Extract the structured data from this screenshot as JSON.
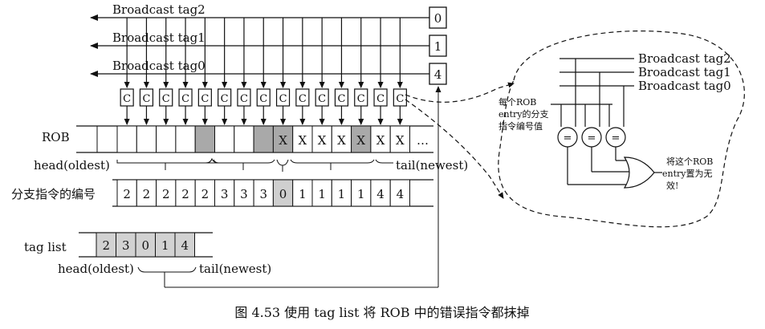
{
  "broadcast": {
    "lines": [
      {
        "label": "Broadcast tag2",
        "tag": "0"
      },
      {
        "label": "Broadcast tag1",
        "tag": "1"
      },
      {
        "label": "Broadcast tag0",
        "tag": "4"
      }
    ]
  },
  "comparator_label": "C",
  "comparator_count": 15,
  "rob": {
    "label": "ROB",
    "head_label": "head(oldest)",
    "tail_label": "tail(newest)",
    "ellipsis": "…",
    "entries": [
      {
        "shade": "none",
        "mark": ""
      },
      {
        "shade": "none",
        "mark": ""
      },
      {
        "shade": "none",
        "mark": ""
      },
      {
        "shade": "none",
        "mark": ""
      },
      {
        "shade": "gray",
        "mark": ""
      },
      {
        "shade": "none",
        "mark": ""
      },
      {
        "shade": "none",
        "mark": ""
      },
      {
        "shade": "gray",
        "mark": ""
      },
      {
        "shade": "gray",
        "mark": "X"
      },
      {
        "shade": "none",
        "mark": "X"
      },
      {
        "shade": "none",
        "mark": "X"
      },
      {
        "shade": "none",
        "mark": "X"
      },
      {
        "shade": "gray",
        "mark": "X"
      },
      {
        "shade": "none",
        "mark": "X"
      },
      {
        "shade": "none",
        "mark": "X"
      }
    ]
  },
  "branch_ids": {
    "label": "分支指令的编号",
    "values": [
      "2",
      "2",
      "2",
      "2",
      "2",
      "3",
      "3",
      "3",
      "0",
      "1",
      "1",
      "1",
      "1",
      "4",
      "4"
    ]
  },
  "tag_list": {
    "label": "tag list",
    "values": [
      "2",
      "3",
      "0",
      "1",
      "4"
    ],
    "head_label": "head(oldest)",
    "tail_label": "tail(newest)"
  },
  "detail": {
    "broadcast_labels": [
      "Broadcast tag2",
      "Broadcast tag1",
      "Broadcast tag0"
    ],
    "entry_note_lines": [
      "每个ROB",
      "entry的分支",
      "指令编号值"
    ],
    "equal_symbol": "=",
    "result_note_lines": [
      "将这个ROB",
      "entry置为无",
      "效!"
    ]
  },
  "caption": "图 4.53   使用 tag list 将 ROB 中的错误指令都抹掉"
}
